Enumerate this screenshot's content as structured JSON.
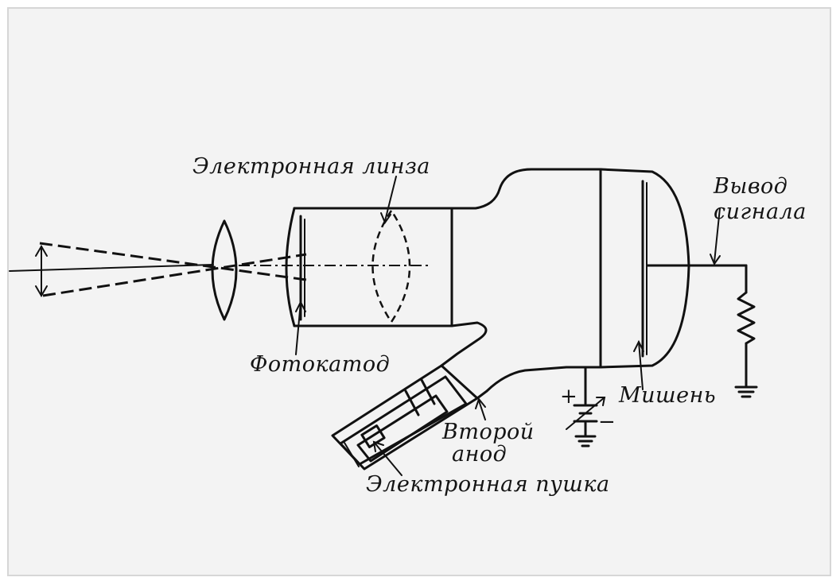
{
  "labels": {
    "electron_lens": "Электронная линза",
    "signal_output_line1": "Вывод",
    "signal_output_line2": "сигнала",
    "photocathode": "Фотокатод",
    "target": "Мишень",
    "second_anode_line1": "Второй",
    "second_anode_line2": "анод",
    "electron_gun": "Электронная пушка",
    "plus_sign": "+",
    "minus_sign": "−"
  },
  "colors": {
    "background": "#f3f3f3",
    "border": "#d6d6d6",
    "ink": "#111111"
  }
}
